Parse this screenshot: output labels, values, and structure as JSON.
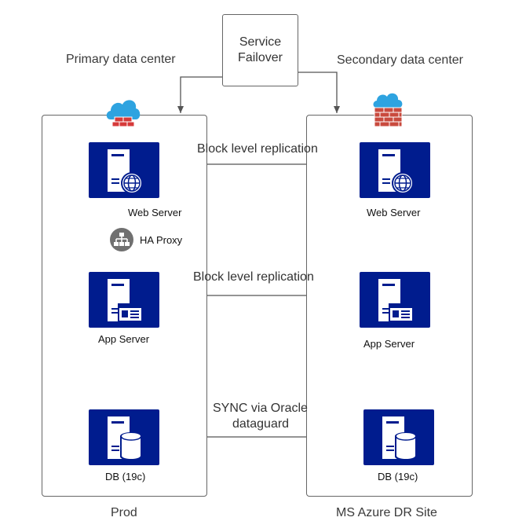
{
  "failover": {
    "line1": "Service",
    "line2": "Failover"
  },
  "primary": {
    "title": "Primary data center",
    "footer": "Prod",
    "web_label": "Web Server",
    "proxy_label": "HA Proxy",
    "app_label": "App Server",
    "db_label": "DB (19c)"
  },
  "secondary": {
    "title": "Secondary data center",
    "footer": "MS Azure DR Site",
    "web_label": "Web Server",
    "app_label": "App Server",
    "db_label": "DB (19c)"
  },
  "links": {
    "web_rep": "Block level replication",
    "app_rep": "Block level replication",
    "db_sync_1": "SYNC via Oracle",
    "db_sync_2": "dataguard"
  },
  "icons": {
    "server": "server-icon",
    "globe": "globe-icon",
    "app": "application-window-icon",
    "db": "database-cylinder-icon",
    "cloud_firewall": "cloud-firewall-icon",
    "proxy": "network-hierarchy-icon"
  },
  "colors": {
    "tile": "#001c8e",
    "cloud": "#2ea3e0",
    "brick": "#d63a3a",
    "line": "#555555"
  }
}
